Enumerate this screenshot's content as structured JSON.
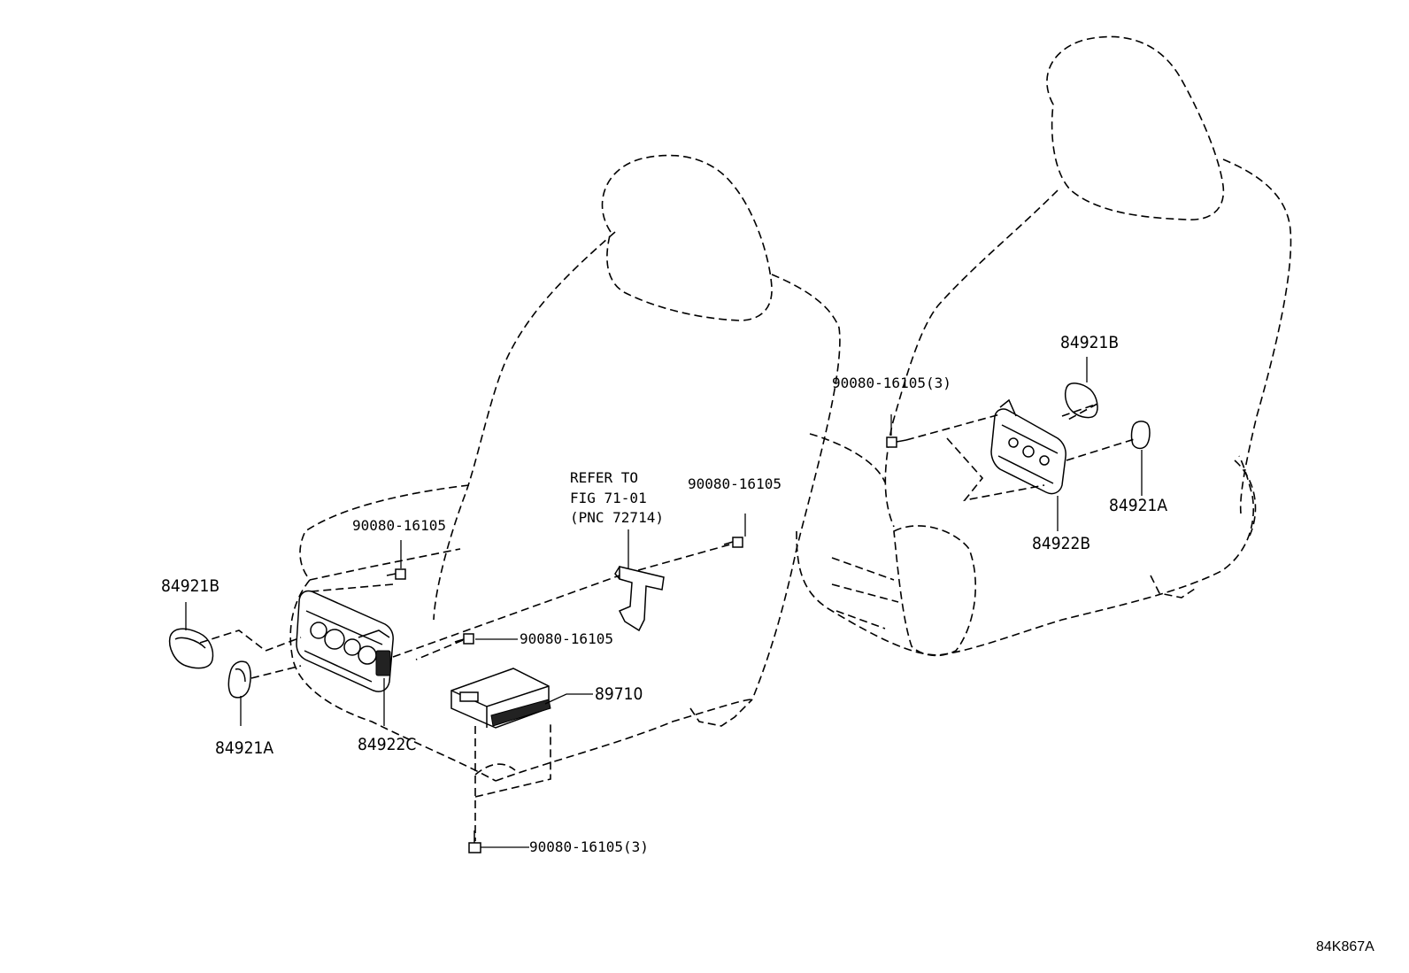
{
  "labels": {
    "left_84921B": "84921B",
    "left_84921A": "84921A",
    "left_84922C": "84922C",
    "left_bolt_upper": "90080-16105",
    "left_bolt_mid": "90080-16105",
    "left_bolt_right": "90080-16105",
    "ecu_89710": "89710",
    "left_bolt_bottom": "90080-16105(3)",
    "refer_line1": "REFER TO",
    "refer_line2": "FIG 71-01",
    "refer_line3": "(PNC 72714)",
    "right_bolt": "90080-16105(3)",
    "right_84921B": "84921B",
    "right_84921A": "84921A",
    "right_84922B": "84922B"
  },
  "figure_code": "84K867A"
}
